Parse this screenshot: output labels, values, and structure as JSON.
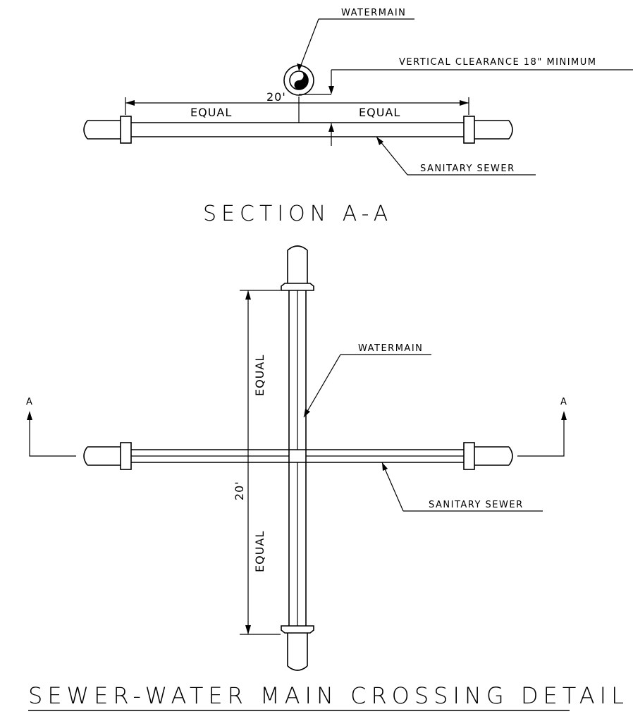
{
  "section": {
    "watermain_label": "WATERMAIN",
    "clearance_label": "VERTICAL CLEARANCE 18\" MINIMUM",
    "length_label": "20'",
    "left_equal": "EQUAL",
    "right_equal": "EQUAL",
    "sewer_label": "SANITARY SEWER",
    "title": "SECTION A-A"
  },
  "plan": {
    "section_mark_left": "A",
    "section_mark_right": "A",
    "watermain_label": "WATERMAIN",
    "upper_equal": "EQUAL",
    "lower_equal": "EQUAL",
    "length_label": "20'",
    "sewer_label": "SANITARY SEWER"
  },
  "title": "SEWER-WATER MAIN CROSSING DETAIL"
}
